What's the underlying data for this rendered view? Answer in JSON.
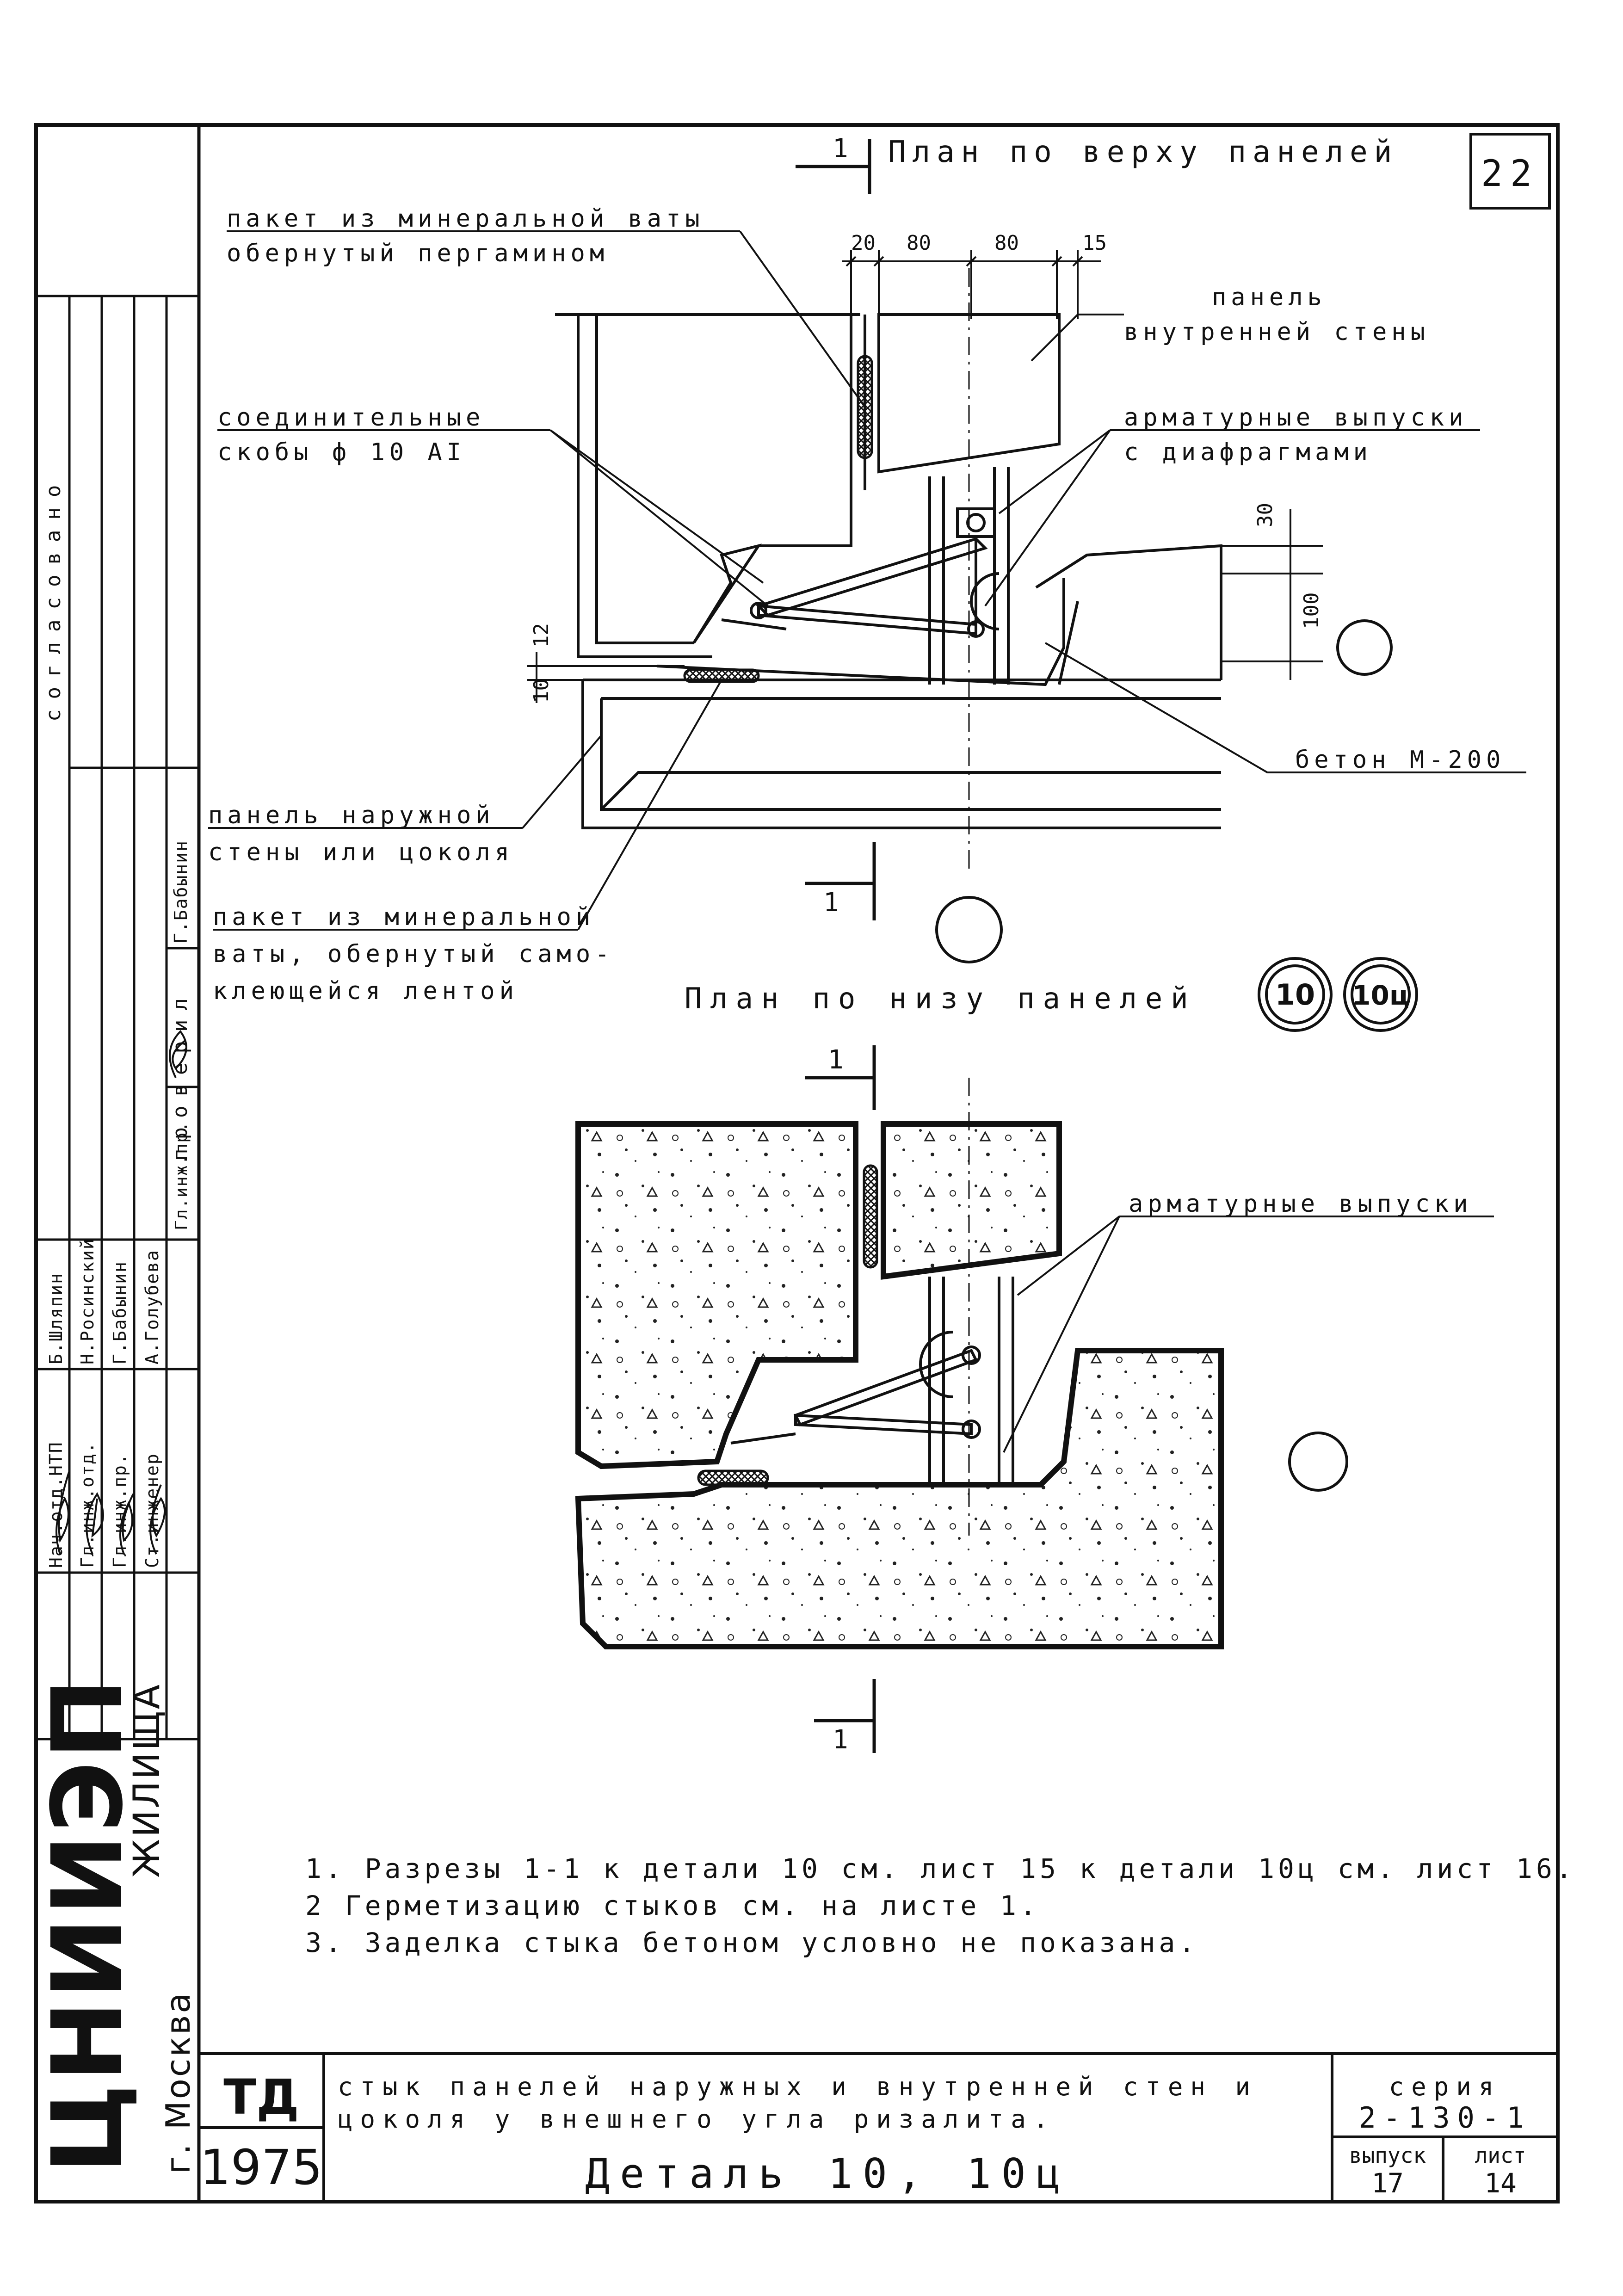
{
  "sheet": {
    "page_number": "22",
    "year": "1975",
    "td": "ТД",
    "organization": "ЦНИИЭП",
    "organization_sub": "ЖИЛИЩА",
    "city": "г. Москва"
  },
  "plan_top": {
    "section_mark": "1",
    "title": "План по верху панелей",
    "dims": [
      "20",
      "80",
      "80",
      "15"
    ],
    "dims_vertical": [
      "30",
      "100"
    ],
    "joint_dims": [
      "12",
      "10"
    ],
    "labels": {
      "mineral_wool_1a": "пакет из минеральной ваты",
      "mineral_wool_1b": "обернутый пергамином",
      "inner_panel_a": "панель",
      "inner_panel_b": "внутренней стены",
      "connectors_a": "соединительные",
      "connectors_b": "скобы ф 10 АI",
      "rebar_a": "арматурные выпуски",
      "rebar_b": "с диафрагмами",
      "concrete": "бетон М-200",
      "outer_panel_a": "панель наружной",
      "outer_panel_b": "стены или цоколя",
      "mineral_wool_2a": "пакет из минеральной",
      "mineral_wool_2b": "ваты, обернутый само-",
      "mineral_wool_2c": "клеющейся лентой"
    }
  },
  "plan_bottom": {
    "title": "План по низу панелей",
    "marks": [
      "10",
      "10ц"
    ],
    "section_mark": "1",
    "rebar_label": "арматурные выпуски"
  },
  "notes": [
    "1. Разрезы 1-1 к детали 10 см. лист 15  к детали 10ц см. лист 16.",
    "2  Герметизацию стыков см. на листе 1.",
    "3. Заделка стыка бетоном условно не показана."
  ],
  "title_block": {
    "line1": "стык панелей наружных и внутренней стен и",
    "line2": "цоколя у внешнего угла ризалита.",
    "detail": "Деталь 10, 10ц",
    "series_label": "серия",
    "series_value": "2-130-1",
    "issue_label": "выпуск",
    "issue_value": "17",
    "sheet_label": "лист",
    "sheet_value": "14"
  },
  "stamp": {
    "agreed": "согласовано",
    "checked": "проверил",
    "roles": [
      "Нач.отд.НТП",
      "Гл.инж.отд.",
      "Гл.инж.пр.",
      "Ст.инженер"
    ],
    "names": [
      "Б.Шляпин",
      "Н.Росинский",
      "Г.Бабынин",
      "А.Голубева"
    ],
    "check_role": "Гл.инж.пр.",
    "check_name": "Г.Бабынин"
  }
}
